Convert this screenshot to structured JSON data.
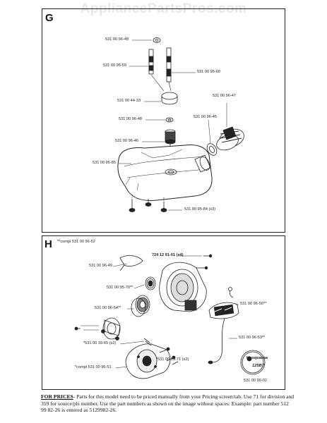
{
  "watermark": "AppliancePartsPros.com",
  "section_g": {
    "letter": "G",
    "labels": {
      "p48_top": "531 00 96-48",
      "p59": "531 00 95-59",
      "p60": "531 00 95-60",
      "p47": "531 00 96-47",
      "p33": "531 00 44-33",
      "p45": "531 00 96-45",
      "p48_mid": "531 00 96-48",
      "p46": "531 00 96-46",
      "p85": "531 00 95-85",
      "p84": "531 00 95-84 (x3)"
    }
  },
  "section_h": {
    "letter": "H",
    "labels": {
      "p52": "**compl 531 00 96-52",
      "p91": "724 12 91-01 (x4)",
      "p49": "531 00 96-49",
      "p70": "531 00 95-70**",
      "p50": "531 00 96-50**",
      "p54": "531 00 96-54**",
      "p53": "531 00 96-53**",
      "p65": "*531 00 33-65 (x2)",
      "p71": "*531 00 95-71 (x2)",
      "p51": "*compl 531 00 96-51",
      "p02": "531 00 90-02"
    },
    "logo_brand": "Husqvarna",
    "logo_model": "125BT"
  },
  "footer": {
    "title": "FOR PRICES",
    "text": "- Parts for this model need to be priced manually from your Pricing screen/tab. Use 71 for division and 359 for source/pls number.  Use the part numbers as shown on the image without spaces.  Example: part number 512 99 82-26 is entered as 5129982-26."
  }
}
